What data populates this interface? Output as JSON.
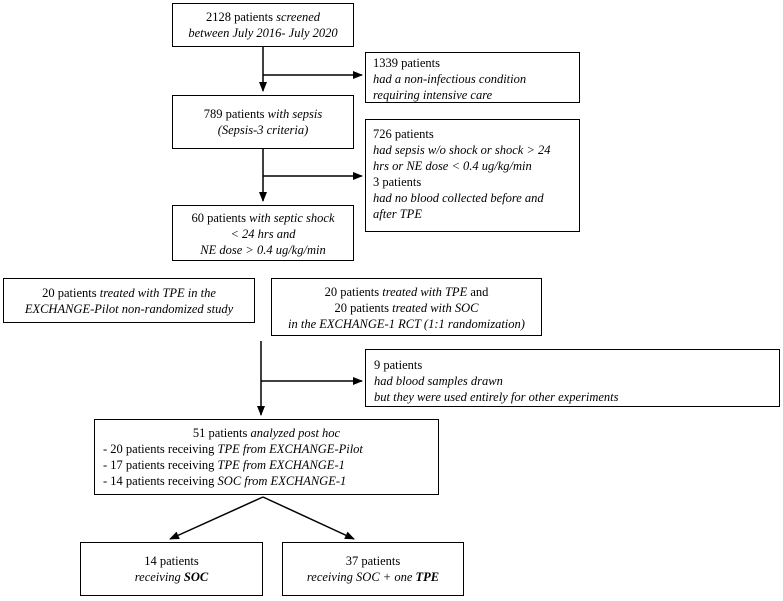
{
  "screened": {
    "l1": "2128 patients ",
    "l1_i": "screened",
    "l2_i": "between July 2016- July 2020"
  },
  "excluded1": {
    "l1": "1339 patients",
    "l2_i": "had a non-infectious condition",
    "l3_i": "requiring intensive care"
  },
  "sepsis": {
    "l1": "789 patients ",
    "l1_i": "with sepsis",
    "l2_i": "(Sepsis-3 criteria)"
  },
  "excluded2": {
    "l1": "726 patients",
    "l2_i": "had sepsis w/o shock or shock > 24",
    "l3_i": "hrs or NE dose < 0.4 ug/kg/min",
    "l4": "3 patients",
    "l5_i": "had no blood collected before and",
    "l6_i": "after TPE"
  },
  "septic_shock": {
    "l1": "60 patients ",
    "l1_i": "with septic shock",
    "l2_i": "< 24 hrs and",
    "l3_i": "NE dose > 0.4 ug/kg/min"
  },
  "pilot": {
    "l1": "20 patients ",
    "l1_i": "treated with TPE in the",
    "l2_i": "EXCHANGE-Pilot non-randomized study"
  },
  "rct": {
    "l1": "20 patients ",
    "l1_i": "treated with TPE",
    "l1_end": " and",
    "l2": "20 patients ",
    "l2_i": "treated with SOC",
    "l3_i": "in the EXCHANGE-1 RCT (1:1 randomization)"
  },
  "excluded3": {
    "l1": "9 patients",
    "l2_i": "had blood samples drawn",
    "l3_i": "but they were used entirely for other experiments"
  },
  "analyzed": {
    "l1": "51 patients ",
    "l1_i": "analyzed post hoc",
    "r1": "- 20 patients receiving ",
    "r1_i": "TPE from EXCHANGE-Pilot",
    "r2": "- 17 patients receiving ",
    "r2_i": "TPE from EXCHANGE-1",
    "r3": "- 14 patients receiving ",
    "r3_i": "SOC from EXCHANGE-1"
  },
  "soc_group": {
    "l1": "14 patients",
    "l2_i": "receiving ",
    "l2_b": "SOC"
  },
  "tpe_group": {
    "l1": "37 patients",
    "l2_i": "receiving SOC + one ",
    "l2_b": "TPE"
  }
}
